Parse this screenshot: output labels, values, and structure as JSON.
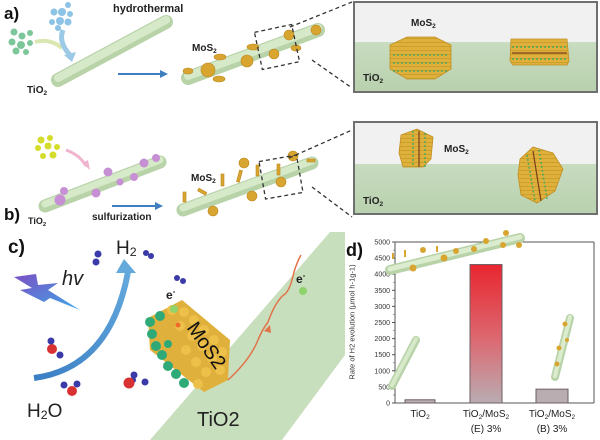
{
  "panels": {
    "a": {
      "letter": "a)",
      "step_label": "hydrothermal",
      "rod_label": "TiO",
      "rod_label_sub": "2",
      "product_label": "MoS",
      "product_label_sub": "2",
      "zoom_top_label": "MoS",
      "zoom_top_label_sub": "2",
      "zoom_ground_label": "TiO",
      "zoom_ground_label_sub": "2"
    },
    "b": {
      "letter": "b)",
      "step_label": "sulfurization",
      "rod_label": "TiO",
      "rod_label_sub": "2",
      "product_label": "MoS",
      "product_label_sub": "2",
      "zoom_top_label": "MoS",
      "zoom_top_label_sub": "2",
      "zoom_ground_label": "TiO",
      "zoom_ground_label_sub": "2"
    },
    "c": {
      "letter": "c)",
      "light_label": "hv",
      "h2_label": "H",
      "h2_sub": "2",
      "h2o_label": "H",
      "h2o_sub": "2",
      "h2o_tail": "O",
      "electron_label": "e",
      "electron_sup": "-",
      "mos2_label": "MoS",
      "mos2_sub": "2",
      "tio2_label": "TiO",
      "tio2_sub": "2"
    },
    "d": {
      "letter": "d)"
    }
  },
  "colors": {
    "tio2_rod": "#cfe3c3",
    "mos2": "#d9a531",
    "arrow": "#3f7fc1",
    "bar_e_top": "#e8262f",
    "bar_gray": "#b9adb2"
  },
  "chart_data": {
    "type": "bar",
    "title": "",
    "xlabel": "",
    "ylabel": "Rate of H2 evolution (μmol h-1g-1)",
    "ylabel_parts": {
      "pre": "Rate of H",
      "sub": "2",
      "mid": " evolution (μmol h",
      "sup1": "-1",
      "g": "g",
      "sup2": "-1",
      "post": ")"
    },
    "ylim": [
      0,
      5000
    ],
    "yticks": [
      0,
      500,
      1000,
      1500,
      2000,
      2500,
      3000,
      3500,
      4000,
      4500,
      5000
    ],
    "ytick_labels": [
      "0",
      "500",
      "1000",
      "1500",
      "2000",
      "2500",
      "3000",
      "3500",
      "4000",
      "4500",
      "5000"
    ],
    "categories": [
      "TiO2",
      "TiO2/MoS2 (E) 3%",
      "TiO2/MoS2 (B) 3%"
    ],
    "category_labels": [
      {
        "line1": "TiO",
        "line1_sub": "2",
        "line1_tail": "",
        "line2": ""
      },
      {
        "line1": "TiO",
        "line1_sub": "2",
        "line1_tail": "/MoS",
        "line1_tail_sub": "2",
        "line2": "(E) 3%"
      },
      {
        "line1": "TiO",
        "line1_sub": "2",
        "line1_tail": "/MoS",
        "line1_tail_sub": "2",
        "line2": "(B) 3%"
      }
    ],
    "values": [
      100,
      4300,
      430
    ],
    "grid": false,
    "legend": "none"
  }
}
